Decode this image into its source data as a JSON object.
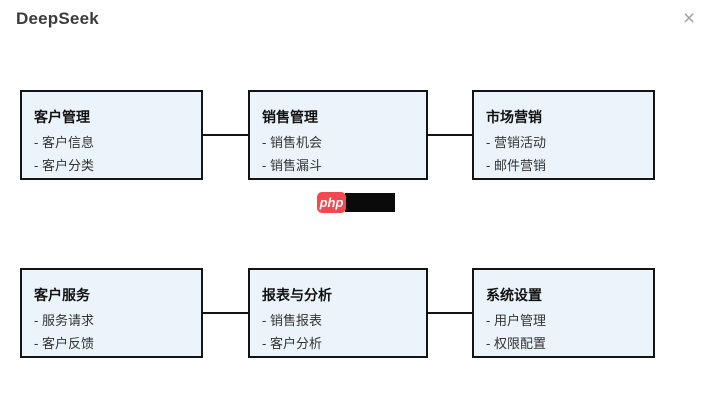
{
  "header": {
    "title": "DeepSeek",
    "close_icon": "×"
  },
  "watermark": {
    "badge_text": "php",
    "badge_color": "#f2484f",
    "bar_color": "#0a0a0a"
  },
  "diagram": {
    "node_fill": "#ebf3fb",
    "node_border": "#141414",
    "boxes": [
      {
        "id": "customer-management",
        "title": "客户管理",
        "items": [
          "- 客户信息",
          "- 客户分类"
        ]
      },
      {
        "id": "sales-management",
        "title": "销售管理",
        "items": [
          "- 销售机会",
          "- 销售漏斗"
        ]
      },
      {
        "id": "marketing",
        "title": "市场营销",
        "items": [
          "- 营销活动",
          "- 邮件营销"
        ]
      },
      {
        "id": "customer-service",
        "title": "客户服务",
        "items": [
          "- 服务请求",
          "- 客户反馈"
        ]
      },
      {
        "id": "reports-analysis",
        "title": "报表与分析",
        "items": [
          "- 销售报表",
          "- 客户分析"
        ]
      },
      {
        "id": "system-settings",
        "title": "系统设置",
        "items": [
          "- 用户管理",
          "- 权限配置"
        ]
      }
    ]
  }
}
